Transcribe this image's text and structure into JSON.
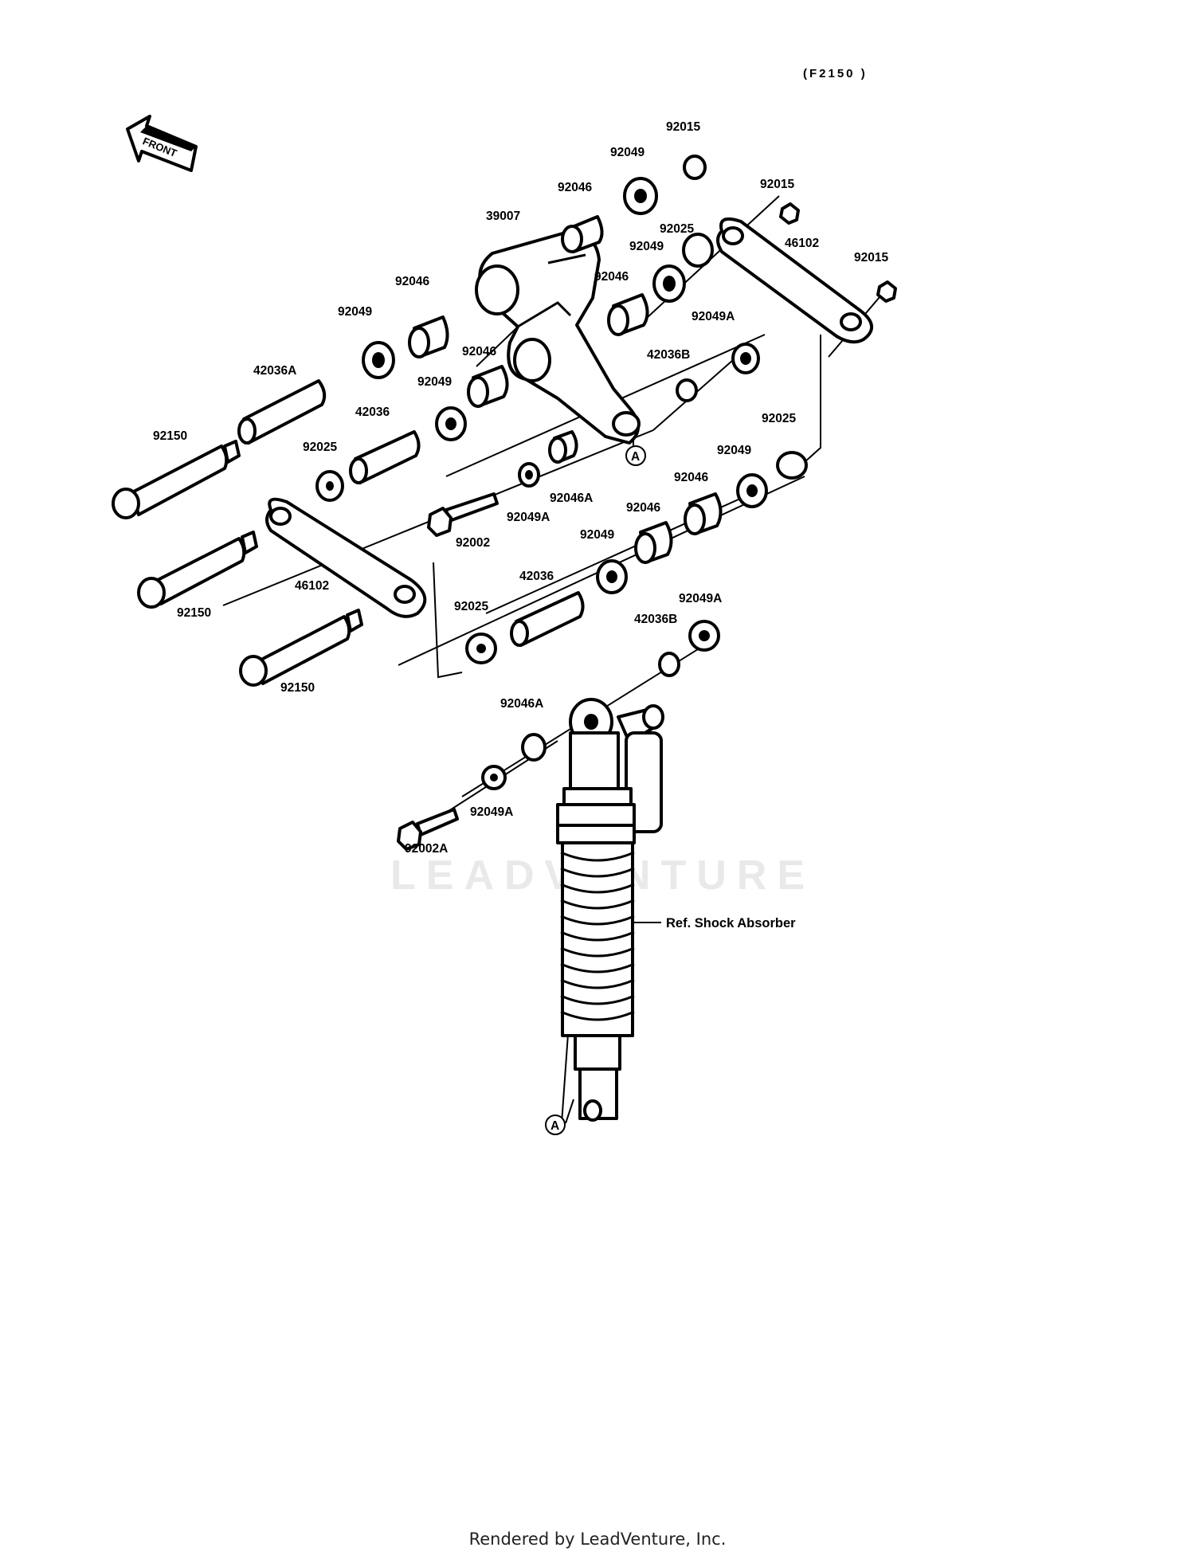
{
  "diagram_code": "(F2150 )",
  "front_label": "FRONT",
  "watermark": "LEADVENTURE",
  "footer": "Rendered by LeadVenture, Inc.",
  "parts": {
    "p92015_a": "92015",
    "p92049_a": "92049",
    "p92046_a": "92046",
    "p39007": "39007",
    "p92015_b": "92015",
    "p92025_a": "92025",
    "p46102_a": "46102",
    "p92015_c": "92015",
    "p92049_b": "92049",
    "p92046_b": "92046",
    "p92046_c": "92046",
    "p92049_c": "92049",
    "p92049A_a": "92049A",
    "p42036A": "42036A",
    "p42036B_a": "42036B",
    "p92046_d": "92046",
    "p92049_d": "92049",
    "p42036_a": "42036",
    "p92150_a": "92150",
    "p92025_b": "92025",
    "p92025_c": "92025",
    "p92049_e": "92049",
    "p92046A_a": "92046A",
    "p92049A_b": "92049A",
    "p92046_e": "92046",
    "p92046_f": "92046",
    "p92002": "92002",
    "p92049_f": "92049",
    "p46102_b": "46102",
    "p42036_b": "42036",
    "p92150_b": "92150",
    "p92025_d": "92025",
    "p92049A_c": "92049A",
    "p42036B_b": "42036B",
    "p92150_c": "92150",
    "p92046A_b": "92046A",
    "p92049A_d": "92049A",
    "p92002A": "92002A",
    "ref_shock": "Ref. Shock Absorber",
    "marker_a_top": "A",
    "marker_a_bottom": "A"
  }
}
